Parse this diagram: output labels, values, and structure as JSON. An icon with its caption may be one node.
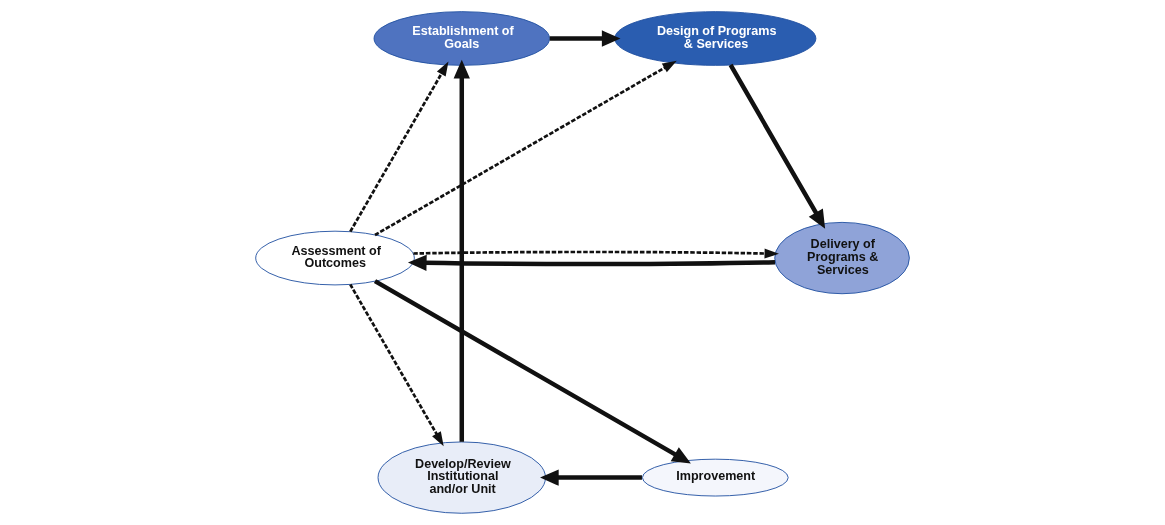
{
  "diagram": {
    "nodes": [
      {
        "text": [
          "Develop/Review Institutional and/or Unit"
        ]
      },
      {
        "text": [
          "Improvement"
        ]
      },
      {
        "text": [
          "Establishment of Goals"
        ]
      },
      {
        "text": [
          "Assessment of Outcomes"
        ]
      },
      {
        "text": [
          "Design of Programs & Services"
        ]
      },
      {
        "text": [
          "Delivery of Programs & Services"
        ]
      }
    ],
    "edges": [
      {
        "from": 1,
        "to": 0,
        "arrow": "to"
      },
      {
        "from": 0,
        "to": 2,
        "arrow": "to"
      },
      {
        "from": 2,
        "to": 4,
        "arrow": "to"
      },
      {
        "from": 4,
        "to": 5,
        "arrow": "to"
      },
      {
        "from": 5,
        "to": 3,
        "arrow": "to"
      },
      {
        "from": 3,
        "to": 1,
        "arrow": "to"
      },
      {
        "from": 3,
        "to": 0,
        "arrow": "to",
        "style": "dashed"
      },
      {
        "from": 3,
        "to": 2,
        "arrow": "to",
        "style": "dashed"
      },
      {
        "from": 3,
        "to": 4,
        "arrow": "to",
        "style": "dashed"
      },
      {
        "from": 3,
        "to": 5,
        "arrow": "to",
        "style": "dashed"
      }
    ]
  }
}
